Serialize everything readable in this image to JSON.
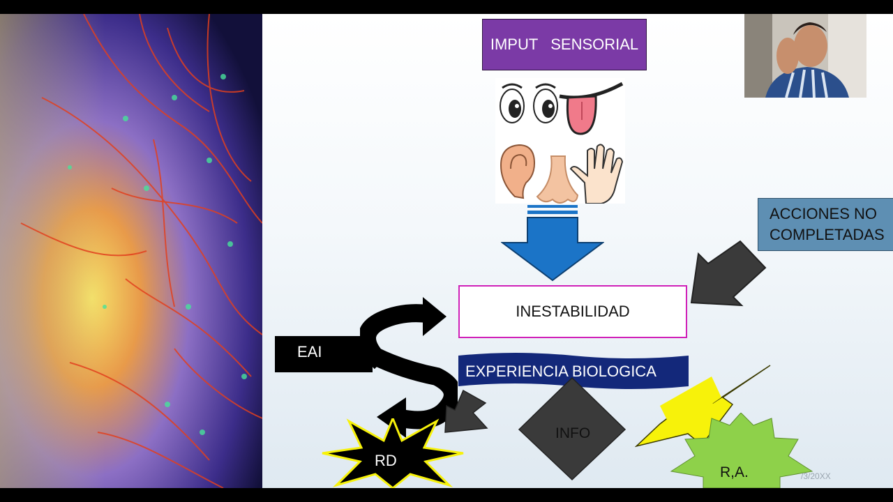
{
  "slide": {
    "title_box": "IMPUT   SENSORIAL",
    "center_box": "INESTABILIDAD",
    "banner": "EXPERIENCIA BIOLOGICA",
    "side_box": {
      "line1": "ACCIONES NO",
      "line2": "COMPLETADAS"
    },
    "eai_label": "EAI",
    "rd_label": "RD",
    "info_label": "INFO",
    "ra_label": "R,A.",
    "date_footer": "/3/20XX"
  },
  "colors": {
    "purple": "#7b3aa6",
    "magenta_border": "#d020b8",
    "steel_blue": "#5e8fb3",
    "arrow_blue": "#1b74c7",
    "navy": "#13287a",
    "lime": "#8ed14a",
    "yellow": "#f7f20a",
    "dark_gray": "#3a3a3a"
  },
  "icons": [
    "neurons-photo",
    "eyes-icon",
    "tongue-icon",
    "ear-icon",
    "nose-icon",
    "hand-icon",
    "webcam-presenter"
  ]
}
